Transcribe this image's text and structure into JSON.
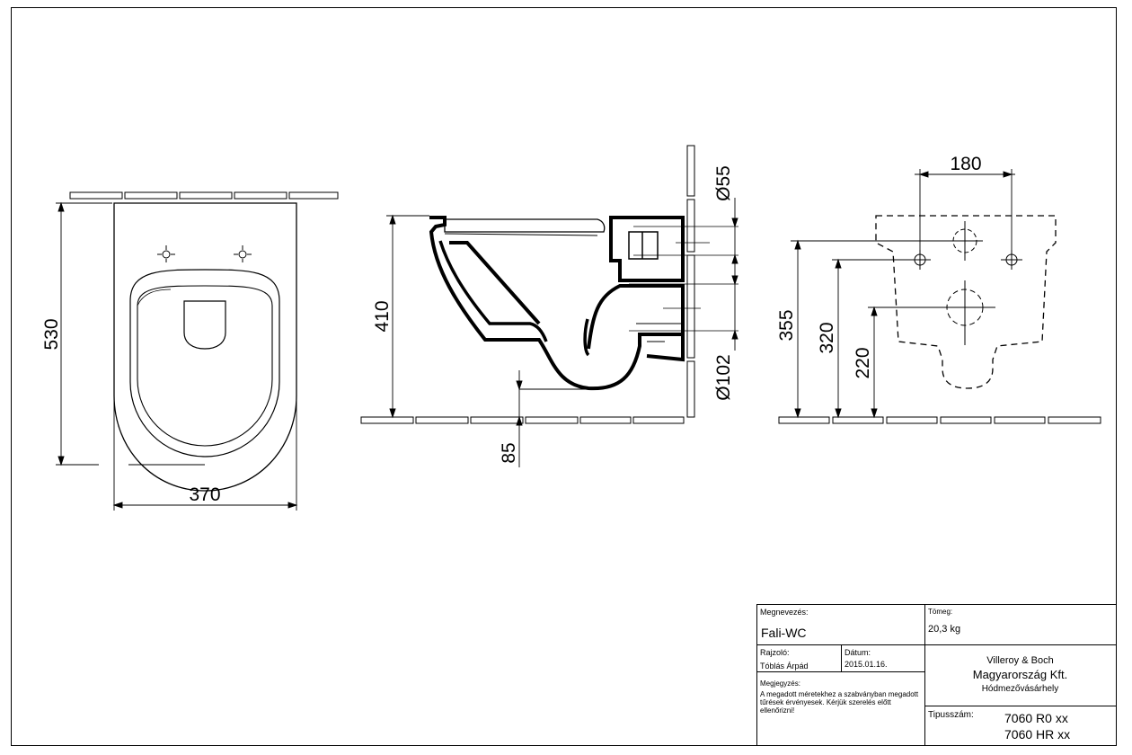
{
  "dimensions": {
    "front_height": "530",
    "front_width": "370",
    "side_height": "410",
    "side_drop": "85",
    "pipe_top": "Ø55",
    "pipe_outlet": "Ø102",
    "rear_spacing": "180",
    "rear_h1": "355",
    "rear_h2": "320",
    "rear_h3": "220"
  },
  "title_block": {
    "name_label": "Megnevezés:",
    "name_value": "Fali-WC",
    "weight_label": "Tömeg:",
    "weight_value": "20,3 kg",
    "drawer_label": "Rajzoló:",
    "drawer_value": "Tóblás Árpád",
    "date_label": "Dátum:",
    "date_value": "2015.01.16.",
    "note_label": "Megjegyzés:",
    "note_text": "A megadott méretekhez a szabványban megadott tűrések érvényesek. Kérjük szerelés előtt ellenőrizni!",
    "company_line1": "Villeroy & Boch",
    "company_line2": "Magyarország Kft.",
    "company_line3": "Hódmezővásárhely",
    "type_label": "Tipusszám:",
    "type_value1": "7060 R0 xx",
    "type_value2": "7060 HR xx"
  }
}
